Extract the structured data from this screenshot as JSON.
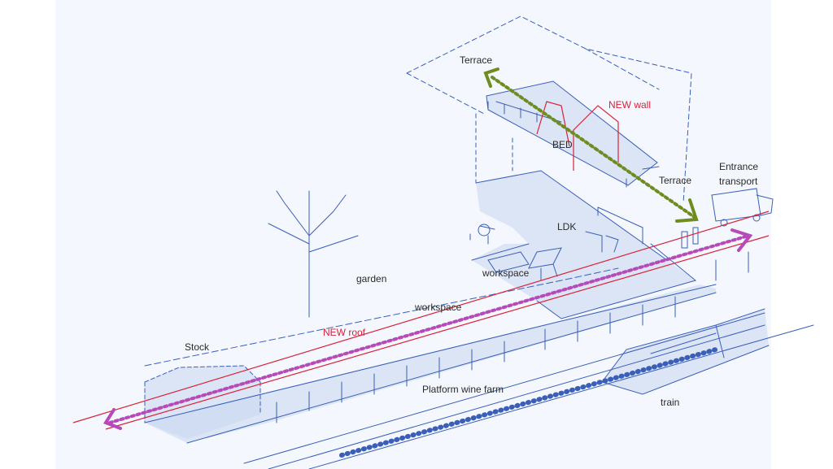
{
  "labels": {
    "terrace_top": "Terrace",
    "new_wall": "NEW wall",
    "bed": "BED",
    "terrace_right": "Terrace",
    "entrance_transport": "Entrance\ntransport",
    "ldk": "LDK",
    "garden": "garden",
    "workspace_upper": "workspace",
    "workspace_lower": "workspace",
    "new_roof": "NEW roof",
    "stock": "Stock",
    "platform_wine_farm": "Platform wine farm",
    "train": "train"
  },
  "colors": {
    "background": "#f4f7fd",
    "sketch_line": "#3a5fb8",
    "fill_shade": "#c9d7f0",
    "red_line": "#d8233a",
    "green_arrow": "#6f8c1e",
    "magenta_arrow": "#b54ab8"
  },
  "icons": {
    "green_arrow": "double-headed-dotted-arrow",
    "magenta_arrow": "double-headed-dotted-arrow"
  }
}
